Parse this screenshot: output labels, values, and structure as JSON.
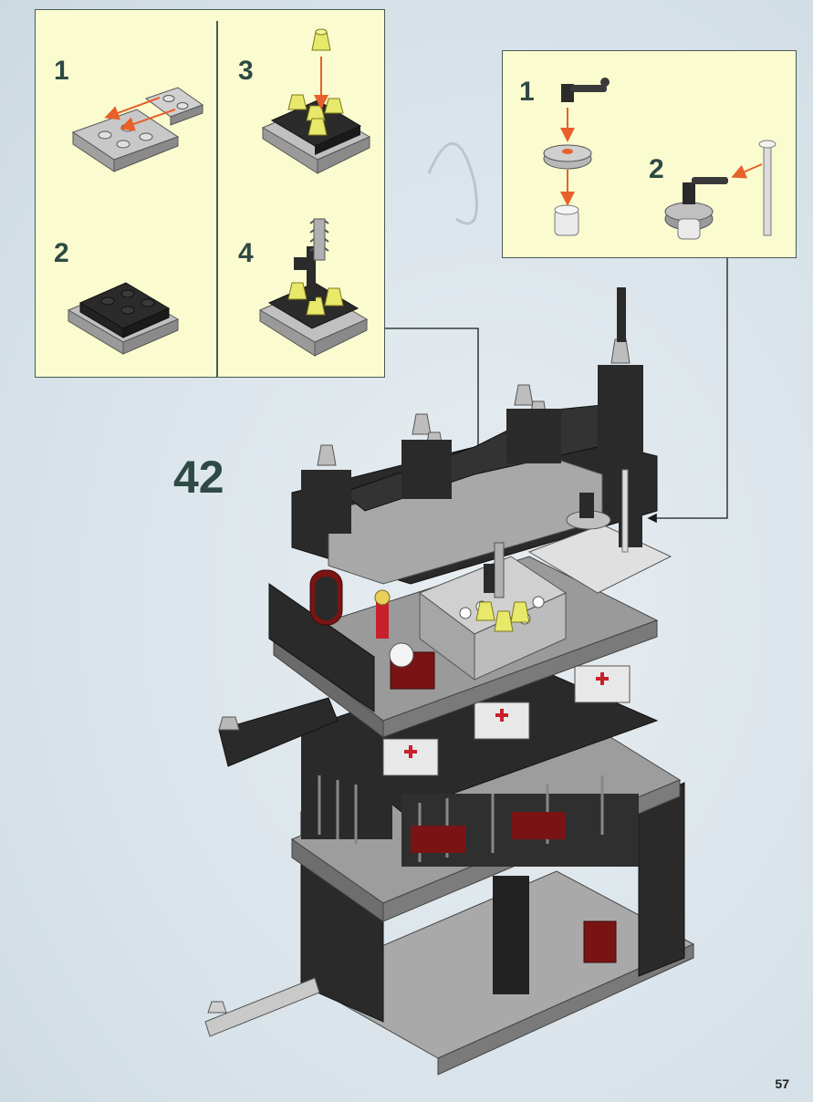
{
  "page": {
    "page_number": "57",
    "main_step_number": "42"
  },
  "callout_left": {
    "steps": [
      {
        "label": "1"
      },
      {
        "label": "2"
      },
      {
        "label": "3"
      },
      {
        "label": "4"
      }
    ]
  },
  "callout_right": {
    "steps": [
      {
        "label": "1"
      },
      {
        "label": "2"
      }
    ]
  },
  "colors": {
    "callout_bg": "#fbfbd0",
    "arrow": "#e8602a",
    "dark_brick": "#2b2b2b",
    "light_gray_brick": "#b8b8b8",
    "red": "#8a1a1a",
    "trans_yellow": "#e8e86a"
  }
}
